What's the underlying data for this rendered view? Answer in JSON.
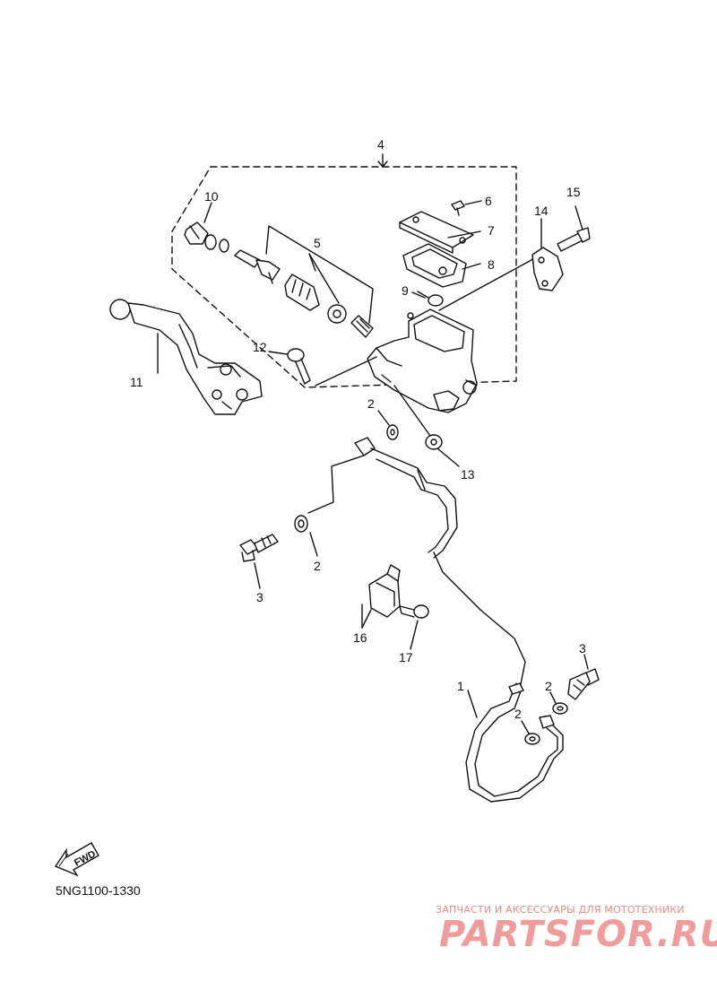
{
  "diagram_code": "5NG1100-1330",
  "fwd_label": "FWD",
  "watermark": {
    "tagline": "ЗАПЧАСТИ И АКСЕССУАРЫ ДЛЯ МОТОТЕХНИКИ",
    "logo": "PARTSFOR.RU"
  },
  "callouts": {
    "c1": "1",
    "c2a": "2",
    "c2b": "2",
    "c2c": "2",
    "c2d": "2",
    "c3a": "3",
    "c3b": "3",
    "c4": "4",
    "c5": "5",
    "c6": "6",
    "c7": "7",
    "c8": "8",
    "c9": "9",
    "c10": "10",
    "c11": "11",
    "c12": "12",
    "c13": "13",
    "c14": "14",
    "c15": "15",
    "c16": "16",
    "c17": "17"
  }
}
